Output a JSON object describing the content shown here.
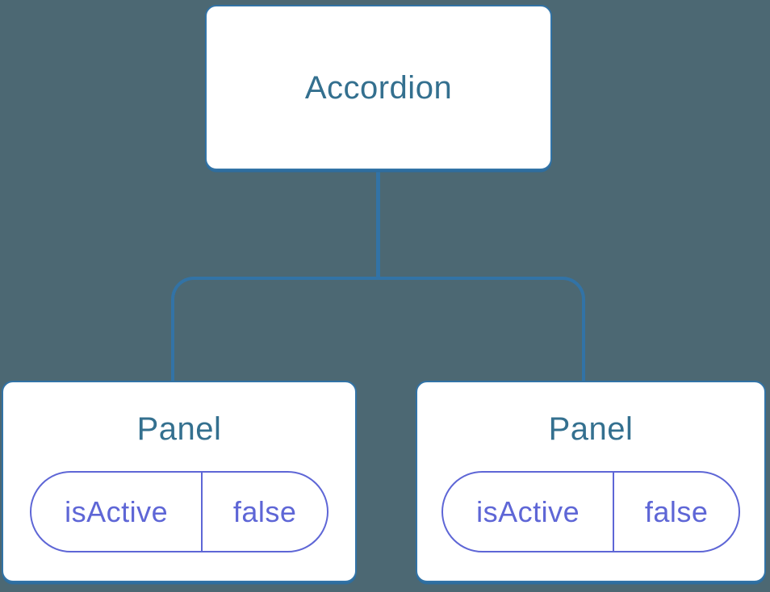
{
  "theme": {
    "background": "#4C6873",
    "node_fill": "#FFFFFF",
    "node_border": "#3273A6",
    "node_shadow": "#2E6D9E",
    "title_text": "#34708F",
    "connector": "#3273A6",
    "state_accent": "#5E66D6"
  },
  "tree": {
    "root": {
      "label": "Accordion"
    },
    "children": [
      {
        "label": "Panel",
        "state": {
          "key": "isActive",
          "value": "false"
        }
      },
      {
        "label": "Panel",
        "state": {
          "key": "isActive",
          "value": "false"
        }
      }
    ]
  }
}
